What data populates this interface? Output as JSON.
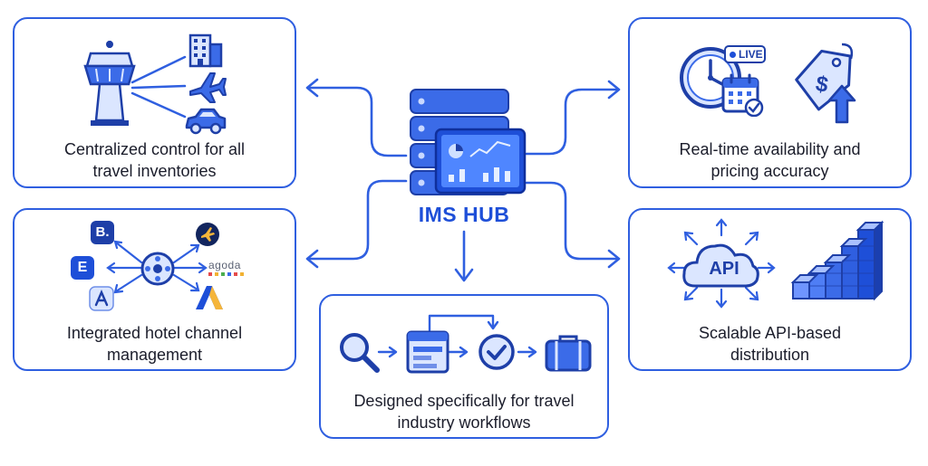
{
  "hub": {
    "label": "IMS HUB"
  },
  "cards": {
    "centralized": {
      "line1": "Centralized control for all",
      "line2": "travel inventories"
    },
    "realtime": {
      "line1": "Real-time availability and",
      "line2": "pricing accuracy",
      "live_badge": "LIVE"
    },
    "channel": {
      "line1": "Integrated hotel channel",
      "line2": "management",
      "logo_b": "B.",
      "logo_e": "E",
      "logo_agoda": "agoda"
    },
    "workflows": {
      "line1": "Designed specifically for travel",
      "line2": "industry workflows"
    },
    "api": {
      "line1": "Scalable API-based",
      "line2": "distribution",
      "cloud_label": "API"
    }
  },
  "colors": {
    "accent": "#2f5fe0",
    "dark": "#1e3fa8",
    "light": "#dbe6ff",
    "text": "#1b1d2b"
  }
}
